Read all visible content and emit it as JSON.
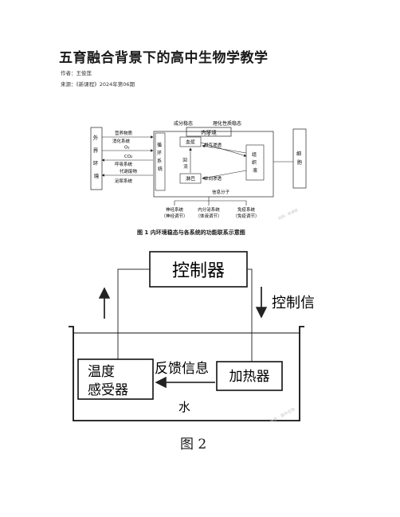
{
  "article": {
    "title": "五育融合背景下的高中生物学教学",
    "author": "作者：王俊莲",
    "source": "来源：《新课程》2024年第06期"
  },
  "figure1": {
    "caption": "图 1    内环境稳态与各系统的功能联系示意图",
    "top_label_left": "成分稳态",
    "top_label_right": "理化性质稳态",
    "inner_env": "内环境",
    "outer_env": [
      "外",
      "界",
      "环",
      "境"
    ],
    "left_arrows": [
      "营养物质",
      "消化系统",
      "O₂",
      "CO₂",
      "呼吸系统",
      "代谢废物",
      "泌尿系统"
    ],
    "circulation": [
      "循",
      "环",
      "系",
      "统"
    ],
    "plasma": "血浆",
    "mutual_osmosis": "相互渗透",
    "return_flow": [
      "回",
      "流"
    ],
    "lymph": "淋巴",
    "one_way_osmosis": "单向渗透",
    "tissue_fluid": [
      "组",
      "织",
      "液"
    ],
    "cell": [
      "细",
      "胞"
    ],
    "info_molecule": "信息分子",
    "systems": [
      {
        "name": "神经系统",
        "sub": "（神经调节）"
      },
      {
        "name": "内分泌系统",
        "sub": "（体液调节）"
      },
      {
        "name": "免疫系统",
        "sub": "（免疫调节）"
      }
    ],
    "watermark": "知网 · 新课程"
  },
  "figure2": {
    "controller": "控制器",
    "control_info": "控制信息",
    "temp_sensor_line1": "温度",
    "temp_sensor_line2": "感受器",
    "feedback_info": "反馈信息",
    "heater": "加热器",
    "water": "水",
    "caption": "图 2",
    "watermark": "头条 · 高中生物"
  }
}
